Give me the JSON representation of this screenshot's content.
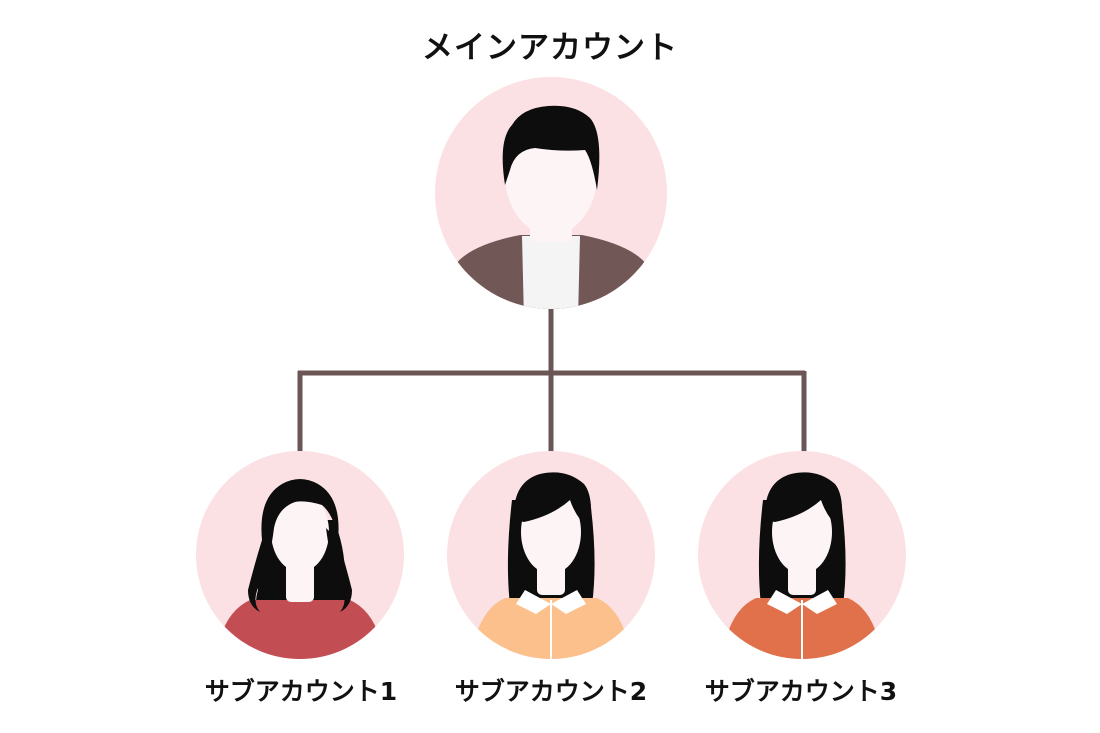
{
  "diagram": {
    "main": {
      "label": "メインアカウント"
    },
    "subs": [
      {
        "label": "サブアカウント1"
      },
      {
        "label": "サブアカウント2"
      },
      {
        "label": "サブアカウント3"
      }
    ]
  },
  "colors": {
    "connector": "#6b5655",
    "circle_bg": "#fbe1e3",
    "main_jacket": "#715856",
    "main_shirt": "#f4f4f4",
    "skin": "#fdf4f5",
    "hair": "#0d0d0d",
    "sub1_shirt": "#c24d53",
    "sub2_shirt": "#fcc08d",
    "sub3_shirt": "#e0714a",
    "collar": "#ffffff"
  }
}
